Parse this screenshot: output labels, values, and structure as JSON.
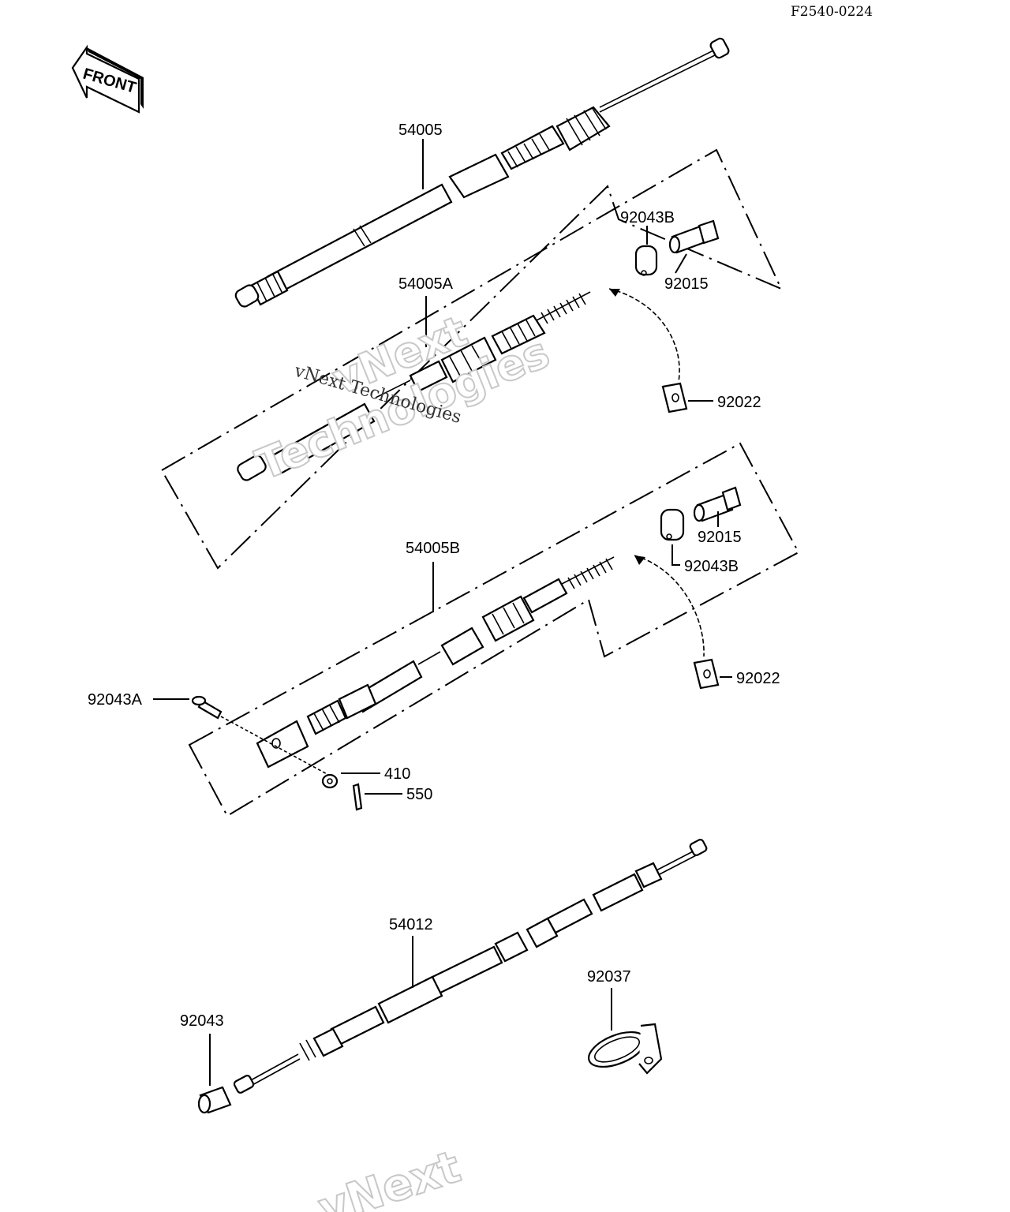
{
  "diagram_code": "F2540-0224",
  "front_label": "FRONT",
  "watermark_line1": "vNext",
  "watermark_line2": "Technologies",
  "watermark_small": "vNext Technologies",
  "parts": {
    "cable_54005": "54005",
    "cable_54005A": "54005A",
    "cable_54005B": "54005B",
    "cable_54012": "54012",
    "collar_92043B_top": "92043B",
    "bolt_92015_top": "92015",
    "plate_92022_top": "92022",
    "bolt_92015_mid": "92015",
    "collar_92043B_mid": "92043B",
    "plate_92022_mid": "92022",
    "pin_92043A": "92043A",
    "washer_410": "410",
    "cotter_550": "550",
    "clamp_92037": "92037",
    "sleeve_92043": "92043"
  }
}
